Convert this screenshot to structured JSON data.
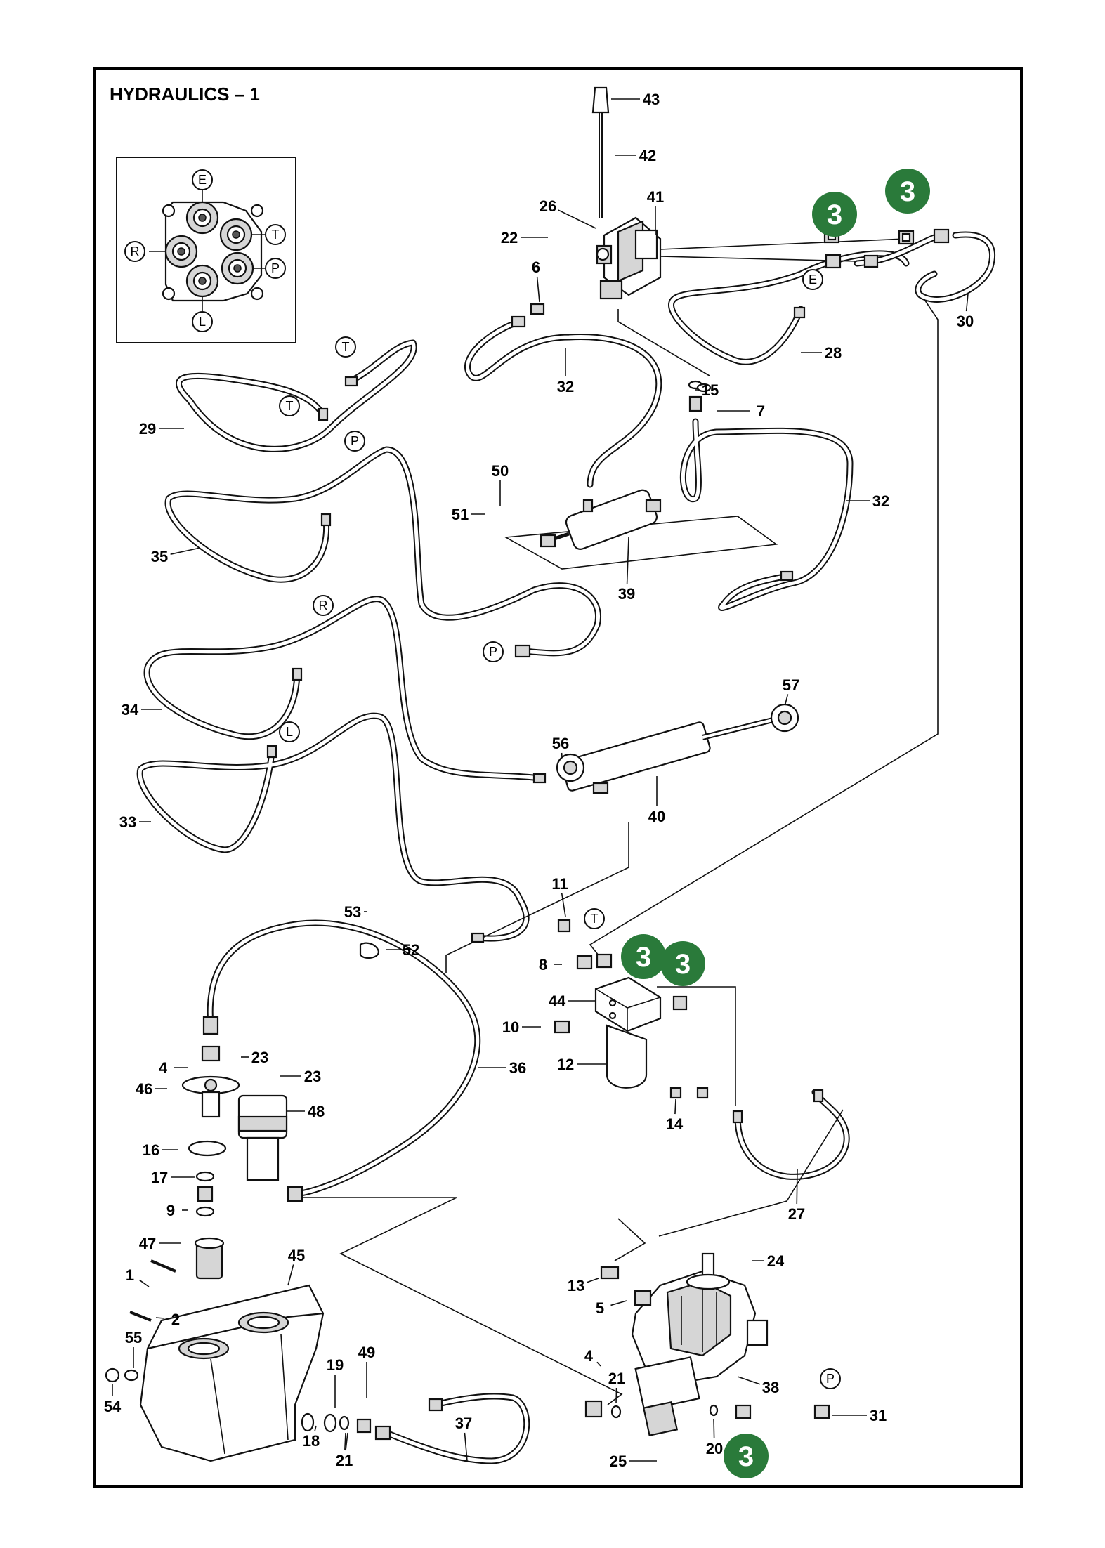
{
  "title": "HYDRAULICS – 1",
  "colors": {
    "badge": "#2a7a3a",
    "line": "#111111",
    "background": "#ffffff"
  },
  "callouts": [
    "1",
    "2",
    "4",
    "4",
    "5",
    "6",
    "7",
    "8",
    "9",
    "10",
    "11",
    "12",
    "13",
    "14",
    "15",
    "16",
    "17",
    "18",
    "19",
    "20",
    "21",
    "21",
    "21",
    "22",
    "23",
    "23",
    "24",
    "25",
    "26",
    "27",
    "28",
    "29",
    "30",
    "31",
    "32",
    "32",
    "33",
    "34",
    "35",
    "36",
    "37",
    "38",
    "39",
    "40",
    "41",
    "42",
    "43",
    "44",
    "45",
    "46",
    "47",
    "48",
    "49",
    "50",
    "51",
    "52",
    "53",
    "54",
    "55",
    "56",
    "57"
  ],
  "ports": [
    "E",
    "T",
    "R",
    "P",
    "L",
    "T",
    "T",
    "E",
    "P",
    "P",
    "R",
    "L",
    "T",
    "P"
  ],
  "badges": [
    "3",
    "3",
    "3",
    "3",
    "3"
  ]
}
